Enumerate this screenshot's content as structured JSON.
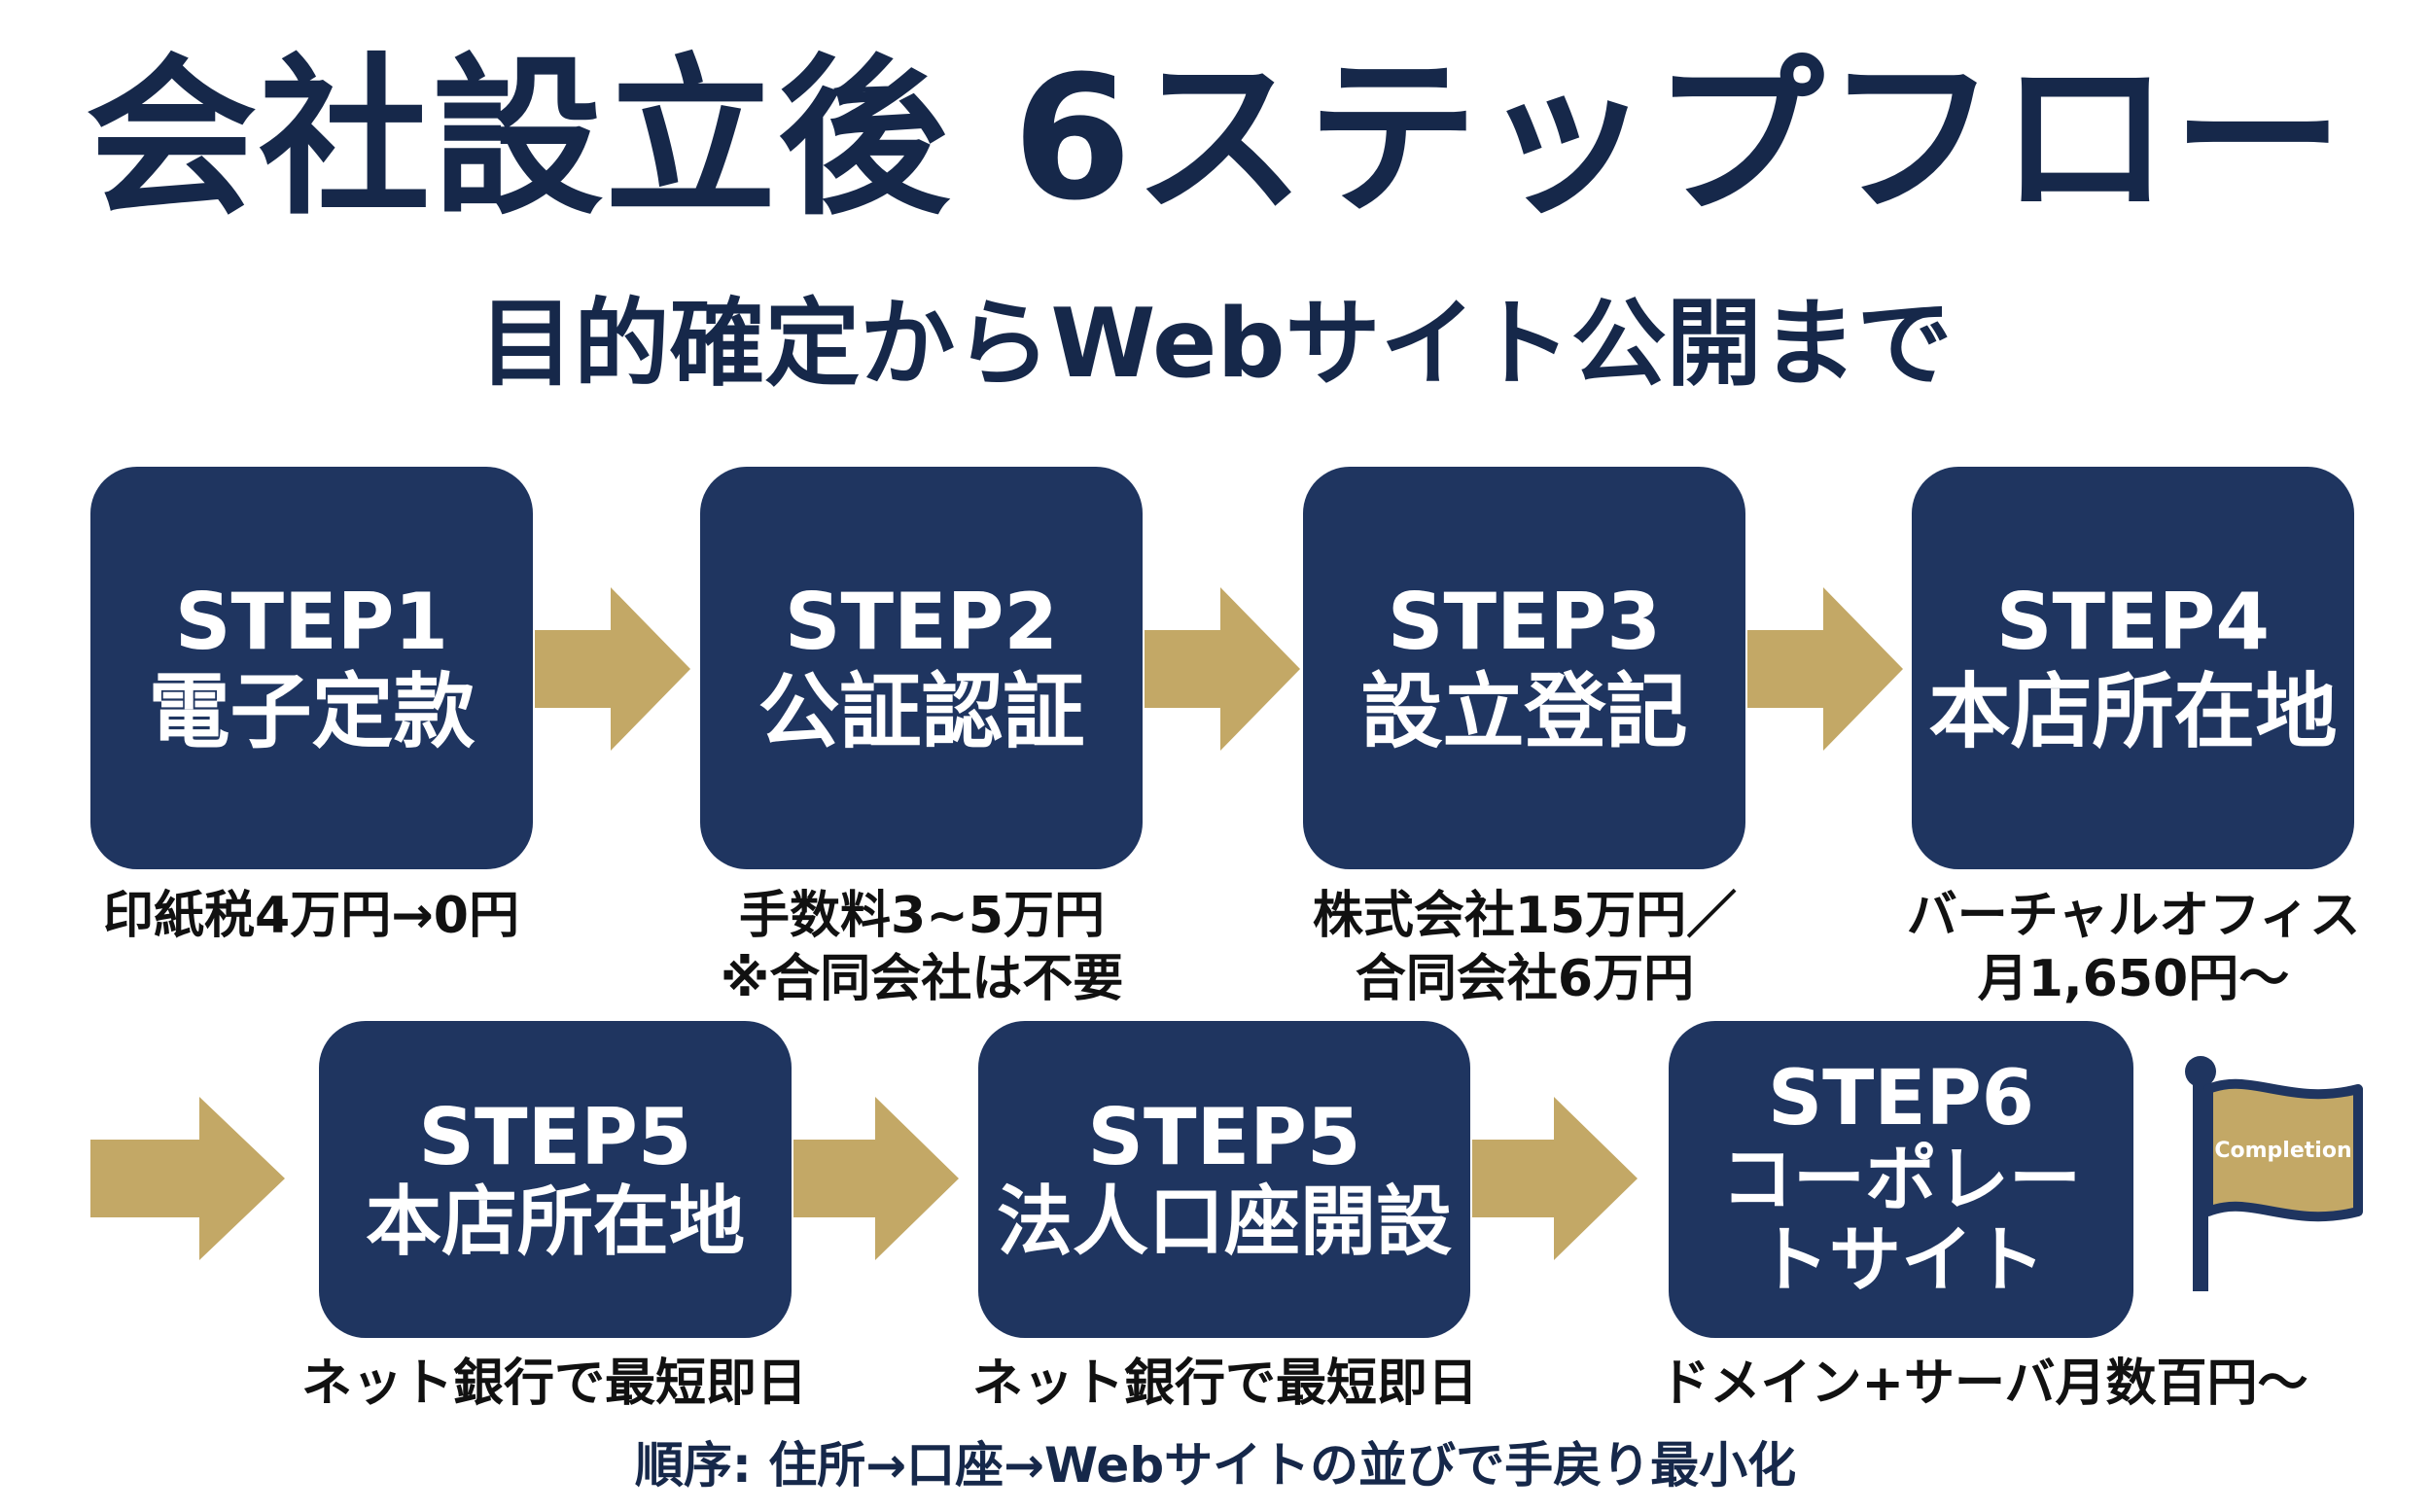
{
  "title": "会社設立後 6ステップフロー",
  "subtitle": "目的確定からWebサイト公開まで",
  "steps": [
    {
      "num": "STEP1",
      "name": "電子定款",
      "note": [
        "印紙税4万円→0円"
      ]
    },
    {
      "num": "STEP2",
      "name": "公証認証",
      "note": [
        "手数料3~5万円",
        "※合同会社は不要"
      ]
    },
    {
      "num": "STEP3",
      "name": "設立登記",
      "note": [
        "株式会社15万円／",
        "合同会社6万円"
      ]
    },
    {
      "num": "STEP4",
      "name": "本店所在地",
      "note": [
        "バーチャルオフィス",
        "月1,650円〜"
      ]
    },
    {
      "num": "STEP5",
      "name": "本店所在地",
      "note": [
        "ネット銀行で最短即日"
      ]
    },
    {
      "num": "STEP5",
      "name": "法人口座開設",
      "note": [
        "ネット銀行で最短即日"
      ]
    },
    {
      "num": "STEP6",
      "name": "コーポレートサイト",
      "note": [
        "ドメイン+サーバ月数百円〜"
      ]
    }
  ],
  "flag_label": "Completion",
  "footer": "順序: 住所→口座→Webサイトの並びで手戻り最小化",
  "colors": {
    "box": "#1f3560",
    "arrow": "#c3a866",
    "title": "#16284a",
    "flag_fill": "#c3a866",
    "flag_border": "#1f3560"
  }
}
